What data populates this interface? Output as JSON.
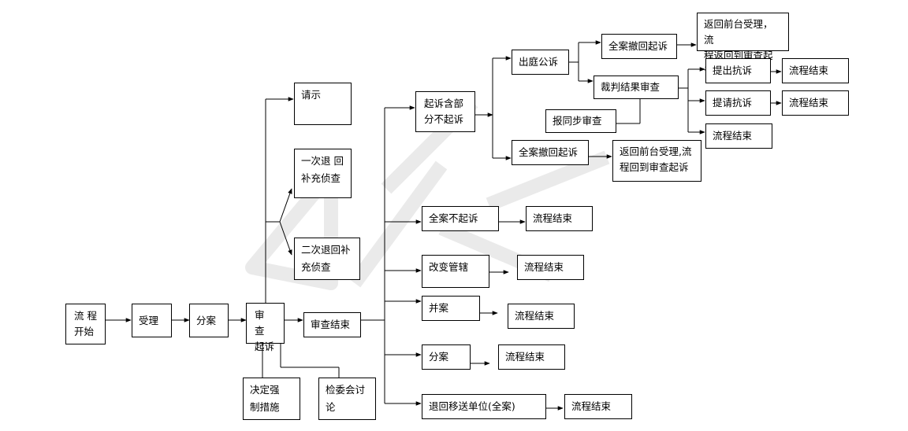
{
  "nodes": {
    "start": "流 程\n开始",
    "accept": "受理",
    "assign": "分案",
    "review": "审 查\n起诉",
    "report": "请示",
    "return1": "一次退 回\n补充侦查",
    "return2": "二次退回补\n充侦查",
    "coercive": "决定强\n制措施",
    "committee": "检委会讨\n论",
    "review_end": "审查结束",
    "prosecute": "起诉含部\n分不起诉",
    "court": "出庭公诉",
    "withdraw_top": "全案撤回起诉",
    "back_top": "返回前台受理，流\n程返回到审查起诉",
    "verdict_review": "裁判结果审查",
    "appeal": "提出抗诉",
    "appeal_end": "流程结束",
    "request_appeal": "提请抗诉",
    "request_end": "流程结束",
    "verdict_end": "流程结束",
    "sync_review": "报同步审查",
    "withdraw_mid": "全案撤回起诉",
    "back_mid": "返回前台受理,流\n程回到审查起诉",
    "no_prosecute": "全案不起诉",
    "no_prosecute_end": "流程结束",
    "change_jurisdiction": "改变管辖",
    "change_end": "流程结束",
    "merge": "并案",
    "merge_end": "流程结束",
    "split": "分案",
    "split_end": "流程结束",
    "return_unit": "退回移送单位(全案)",
    "return_unit_end": "流程结束"
  }
}
